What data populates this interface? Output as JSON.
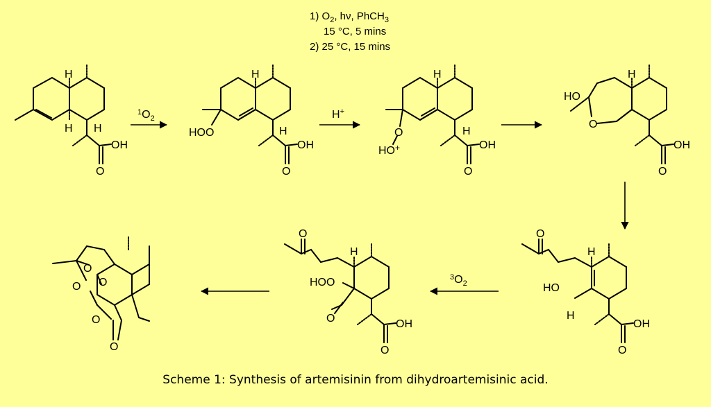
{
  "conditions": {
    "line1": "1) O",
    "line1_sub": "2",
    "line1_rest": ", hν, PhCH",
    "line1_sub2": "3",
    "line2": "15 °C, 5 mins",
    "line3": "2) 25 °C, 15 mins"
  },
  "arrows": {
    "singlet_oxygen_sup": "1",
    "singlet_oxygen": "O",
    "singlet_oxygen_sub": "2",
    "proton": "H",
    "proton_sup": "+",
    "triplet_oxygen_sup": "3",
    "triplet_oxygen": "O",
    "triplet_oxygen_sub": "2"
  },
  "atoms": {
    "H": "H",
    "OH": "OH",
    "O": "O",
    "HOO": "HOO",
    "HO": "HO",
    "HO_plus": "HO",
    "plus": "+"
  },
  "caption": "Scheme 1: Synthesis of artemisinin from dihydroartemisinic acid."
}
